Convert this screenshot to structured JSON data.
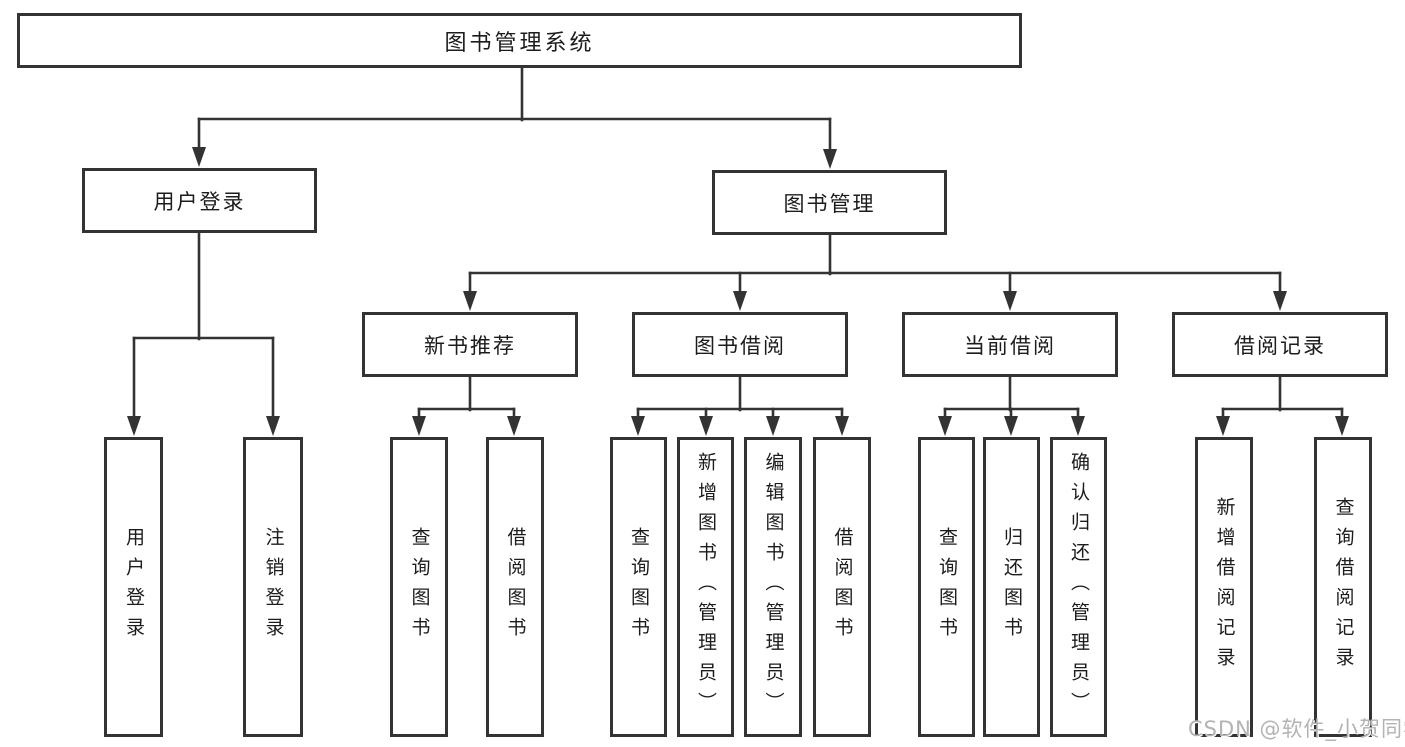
{
  "diagram_title": "图书管理系统",
  "tree": {
    "root": {
      "label": "图书管理系统",
      "children": [
        {
          "label": "用户登录",
          "children": [
            {
              "label": "用户登录"
            },
            {
              "label": "注销登录"
            }
          ]
        },
        {
          "label": "图书管理",
          "children": [
            {
              "label": "新书推荐",
              "children": [
                {
                  "label": "查询图书"
                },
                {
                  "label": "借阅图书"
                }
              ]
            },
            {
              "label": "图书借阅",
              "children": [
                {
                  "label": "查询图书"
                },
                {
                  "label": "新增图书（管理员）"
                },
                {
                  "label": "编辑图书（管理员）"
                },
                {
                  "label": "借阅图书"
                }
              ]
            },
            {
              "label": "当前借阅",
              "children": [
                {
                  "label": "查询图书"
                },
                {
                  "label": "归还图书"
                },
                {
                  "label": "确认归还（管理员）"
                }
              ]
            },
            {
              "label": "借阅记录",
              "children": [
                {
                  "label": "新增借阅记录"
                },
                {
                  "label": "查询借阅记录"
                }
              ]
            }
          ]
        }
      ]
    }
  },
  "watermark": {
    "text": "CSDN @软件_小贺同学"
  },
  "colors": {
    "line": "#333333",
    "box_border": "#333333",
    "box_fill": "#ffffff",
    "text": "#1c1c1c",
    "watermark": "#b3b3b3",
    "background": "#ffffff"
  }
}
